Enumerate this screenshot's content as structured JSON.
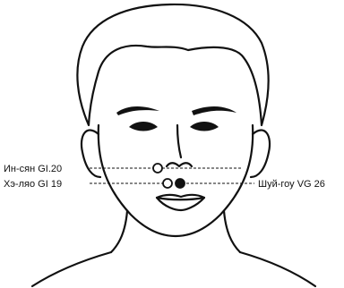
{
  "colors": {
    "line": "#111111",
    "background": "#ffffff"
  },
  "labels": {
    "point_1": "Ин-сян GI.20",
    "point_2": "Хэ-ляо GI 19",
    "point_3": "Шуй-гоу VG 26"
  },
  "points": [
    {
      "key": "point_1",
      "style": "open-circle"
    },
    {
      "key": "point_2",
      "style": "open-circle"
    },
    {
      "key": "point_3",
      "style": "filled-circle"
    }
  ]
}
